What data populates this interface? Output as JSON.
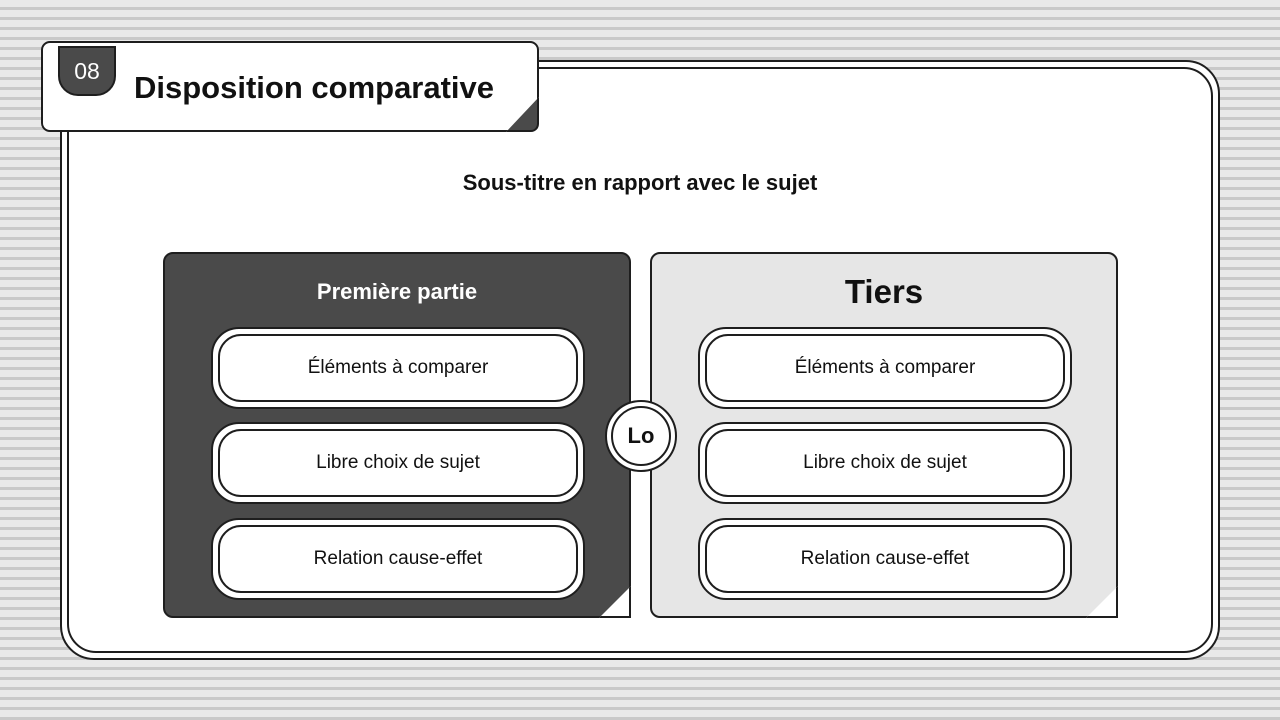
{
  "slide": {
    "number": "08",
    "title": "Disposition comparative",
    "subtitle": "Sous-titre en rapport avec le sujet"
  },
  "left_panel": {
    "heading": "Première partie",
    "items": [
      "Éléments à comparer",
      "Libre choix de sujet",
      "Relation cause-effet"
    ]
  },
  "right_panel": {
    "heading": "Tiers",
    "items": [
      "Éléments à comparer",
      "Libre choix de sujet",
      "Relation cause-effet"
    ]
  },
  "divider": {
    "label": "Lo"
  },
  "colors": {
    "dark_panel": "#4a4a4a",
    "light_panel": "#e6e6e6",
    "outline": "#1e1e1e",
    "card": "#ffffff"
  }
}
